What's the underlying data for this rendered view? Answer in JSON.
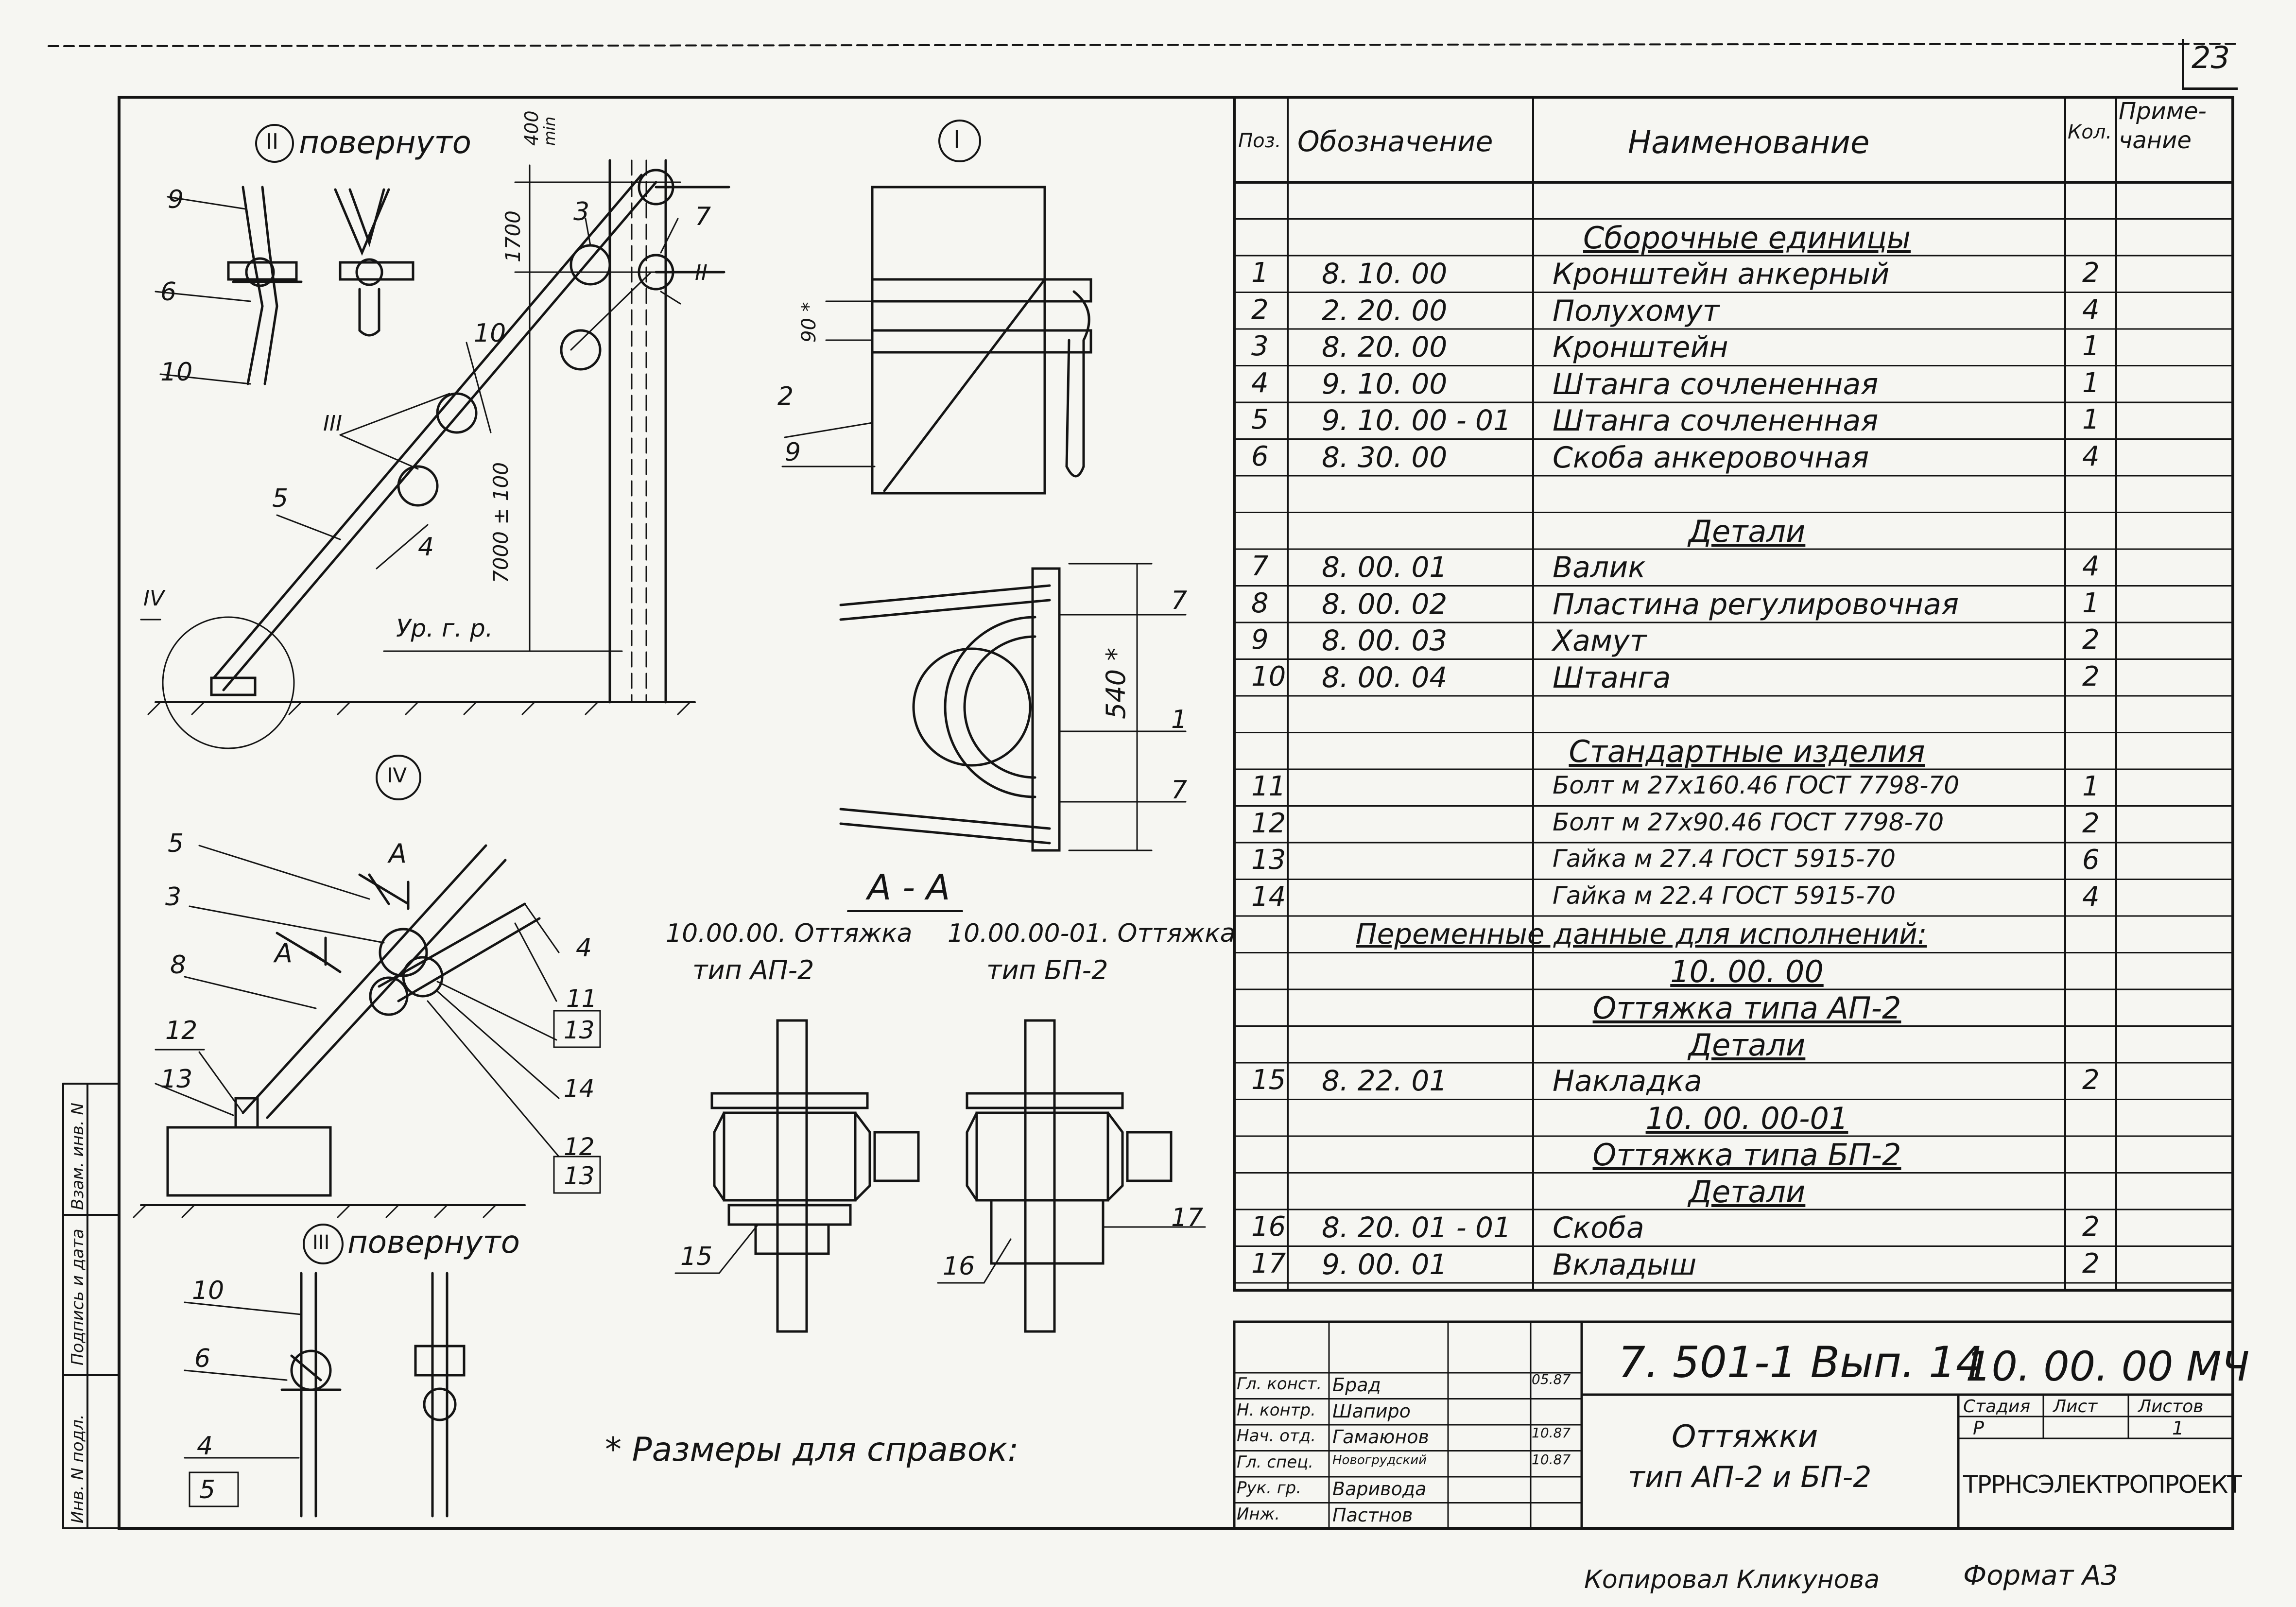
{
  "sheet_number": "23",
  "views": {
    "view_II_title": "повернуто",
    "view_II_roman": "II",
    "view_I_roman": "I",
    "view_IV_roman": "IV",
    "view_III_title": "повернуто",
    "view_III_roman": "III",
    "section_label": "А - А",
    "section_arrow": "А",
    "variant1_line1": "10.00.00. Оттяжка",
    "variant1_line2": "тип АП-2",
    "variant2_line1": "10.00.00-01. Оттяжка",
    "variant2_line2": "тип БП-2",
    "footnote": "* Размеры для справок:"
  },
  "dimensions": {
    "d400": "400",
    "dmin": "min",
    "d1700": "1700",
    "d7000": "7000 ± 100",
    "d90": "90 *",
    "d540": "540 *",
    "ground": "Ур. г. р."
  },
  "callouts": {
    "c9": "9",
    "c6": "6",
    "c10": "10",
    "c10b": "10",
    "c3": "3",
    "c7a": "7",
    "cII": "II",
    "cIII": "III",
    "c5": "5",
    "c4": "4",
    "cIV": "IV",
    "c2": "2",
    "c9b": "9",
    "c7b": "7",
    "c1": "1",
    "c7c": "7",
    "c5b": "5",
    "c3b": "3",
    "c8": "8",
    "c12": "12",
    "c13": "13",
    "c4b": "4",
    "c11": "11",
    "c13b": "13",
    "c14": "14",
    "c12b": "12",
    "c13c": "13",
    "c15": "15",
    "c16": "16",
    "c17": "17",
    "c10c": "10",
    "c6b": "6",
    "c4c": "4",
    "c5c": "5"
  },
  "spec_table": {
    "headers": {
      "pos": "Поз.",
      "designation": "Обозначение",
      "name": "Наименование",
      "qty": "Кол.",
      "note_line1": "Приме-",
      "note_line2": "чание"
    },
    "section_assembly": "Сборочные единицы",
    "section_details": "Детали",
    "section_standard": "Стандартные изделия",
    "rows": [
      {
        "pos": "1",
        "designation": "8. 10. 00",
        "name": "Кронштейн анкерный",
        "qty": "2"
      },
      {
        "pos": "2",
        "designation": "2. 20. 00",
        "name": "Полухомут",
        "qty": "4"
      },
      {
        "pos": "3",
        "designation": "8. 20. 00",
        "name": "Кронштейн",
        "qty": "1"
      },
      {
        "pos": "4",
        "designation": "9. 10. 00",
        "name": "Штанга сочлененная",
        "qty": "1"
      },
      {
        "pos": "5",
        "designation": "9. 10. 00 - 01",
        "name": "Штанга сочлененная",
        "qty": "1"
      },
      {
        "pos": "6",
        "designation": "8. 30. 00",
        "name": "Скоба анкеровочная",
        "qty": "4"
      },
      {
        "pos": "7",
        "designation": "8. 00. 01",
        "name": "Валик",
        "qty": "4"
      },
      {
        "pos": "8",
        "designation": "8. 00. 02",
        "name": "Пластина регулировочная",
        "qty": "1"
      },
      {
        "pos": "9",
        "designation": "8. 00. 03",
        "name": "Хамут",
        "qty": "2"
      },
      {
        "pos": "10",
        "designation": "8. 00. 04",
        "name": "Штанга",
        "qty": "2"
      },
      {
        "pos": "11",
        "designation": "",
        "name": "Болт м 27х160.46  ГОСТ 7798-70",
        "qty": "1"
      },
      {
        "pos": "12",
        "designation": "",
        "name": "Болт м 27х90.46  ГОСТ 7798-70",
        "qty": "2"
      },
      {
        "pos": "13",
        "designation": "",
        "name": "Гайка м 27.4       ГОСТ 5915-70",
        "qty": "6"
      },
      {
        "pos": "14",
        "designation": "",
        "name": "Гайка м 22.4    ГОСТ 5915-70",
        "qty": "4"
      },
      {
        "pos": "15",
        "designation": "8. 22. 01",
        "name": "Накладка",
        "qty": "2"
      },
      {
        "pos": "16",
        "designation": "8. 20. 01 - 01",
        "name": "Скоба",
        "qty": "2"
      },
      {
        "pos": "17",
        "designation": "9. 00. 01",
        "name": "Вкладыш",
        "qty": "2"
      }
    ],
    "variable_data": "Переменные данные для исполнений:",
    "var1_code": "10. 00. 00",
    "var1_title": "Оттяжка типа АП-2",
    "var1_details": "Детали",
    "var2_code": "10. 00. 00-01",
    "var2_title": "Оттяжка типа БП-2",
    "var2_details": "Детали"
  },
  "title_block": {
    "doc_code": "7. 501-1 Вып. 14",
    "drawing_code": "10. 00. 00 МЧ",
    "title_line1": "Оттяжки",
    "title_line2": "тип АП-2 и БП-2",
    "stage_label": "Стадия",
    "sheet_label": "Лист",
    "sheets_label": "Листов",
    "stage_value": "Р",
    "sheet_value": "",
    "sheets_value": "1",
    "organization": "ТРРНСЭЛЕКТРОПРОЕКТ",
    "date1": "05.87",
    "date2": "10.87",
    "date3": "10.87",
    "roles": [
      {
        "role": "Гл. конст.",
        "name": "Брад"
      },
      {
        "role": "Н. контр.",
        "name": "Шапиро"
      },
      {
        "role": "Нач. отд.",
        "name": "Гамаюнов"
      },
      {
        "role": "Гл. спец.",
        "name": "Новогрудский"
      },
      {
        "role": "Рук. гр.",
        "name": "Варивода"
      },
      {
        "role": "Инж.",
        "name": "Пастнов"
      }
    ]
  },
  "side_stamp": {
    "inv_orig": "Инв. N подл.",
    "sign_date": "Подпись и дата",
    "replace_inv": "Взам. инв. N"
  },
  "footer": {
    "copied_by": "Копировал Кликунова",
    "format": "Формат А3"
  }
}
